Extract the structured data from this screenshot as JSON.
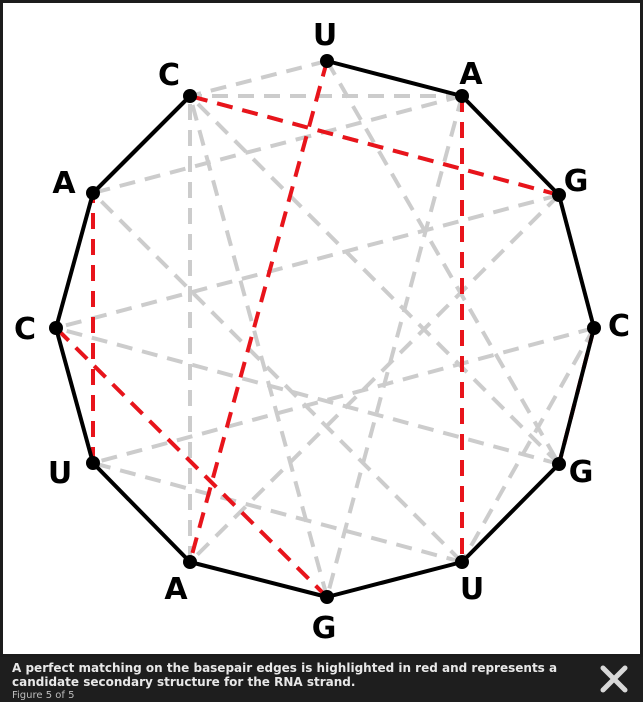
{
  "diagram": {
    "nodes": [
      {
        "id": 0,
        "base": "U"
      },
      {
        "id": 1,
        "base": "A"
      },
      {
        "id": 2,
        "base": "G"
      },
      {
        "id": 3,
        "base": "C"
      },
      {
        "id": 4,
        "base": "G"
      },
      {
        "id": 5,
        "base": "U"
      },
      {
        "id": 6,
        "base": "G"
      },
      {
        "id": 7,
        "base": "A"
      },
      {
        "id": 8,
        "base": "U"
      },
      {
        "id": 9,
        "base": "C"
      },
      {
        "id": 10,
        "base": "A"
      },
      {
        "id": 11,
        "base": "C"
      }
    ],
    "backbone_color": "#000000",
    "candidate_edge_color": "#cccccc",
    "matching_edge_color": "#e8141b",
    "candidate_edges": [
      [
        1,
        6
      ],
      [
        1,
        10
      ],
      [
        1,
        11
      ],
      [
        2,
        7
      ],
      [
        2,
        9
      ],
      [
        2,
        11
      ],
      [
        3,
        5
      ],
      [
        3,
        8
      ],
      [
        4,
        9
      ],
      [
        4,
        11
      ],
      [
        0,
        4
      ],
      [
        0,
        11
      ],
      [
        5,
        8
      ],
      [
        5,
        10
      ],
      [
        6,
        9
      ],
      [
        6,
        11
      ],
      [
        7,
        11
      ]
    ],
    "matching_edges": [
      [
        0,
        7
      ],
      [
        1,
        5
      ],
      [
        2,
        11
      ],
      [
        3,
        4
      ],
      [
        6,
        9
      ],
      [
        8,
        10
      ]
    ]
  },
  "caption": {
    "text": "A perfect matching on the basepair edges is highlighted in red and represents a candidate secondary structure for the RNA strand.",
    "counter": "Figure 5 of 5"
  },
  "controls": {
    "close_icon": "close-x-icon"
  }
}
